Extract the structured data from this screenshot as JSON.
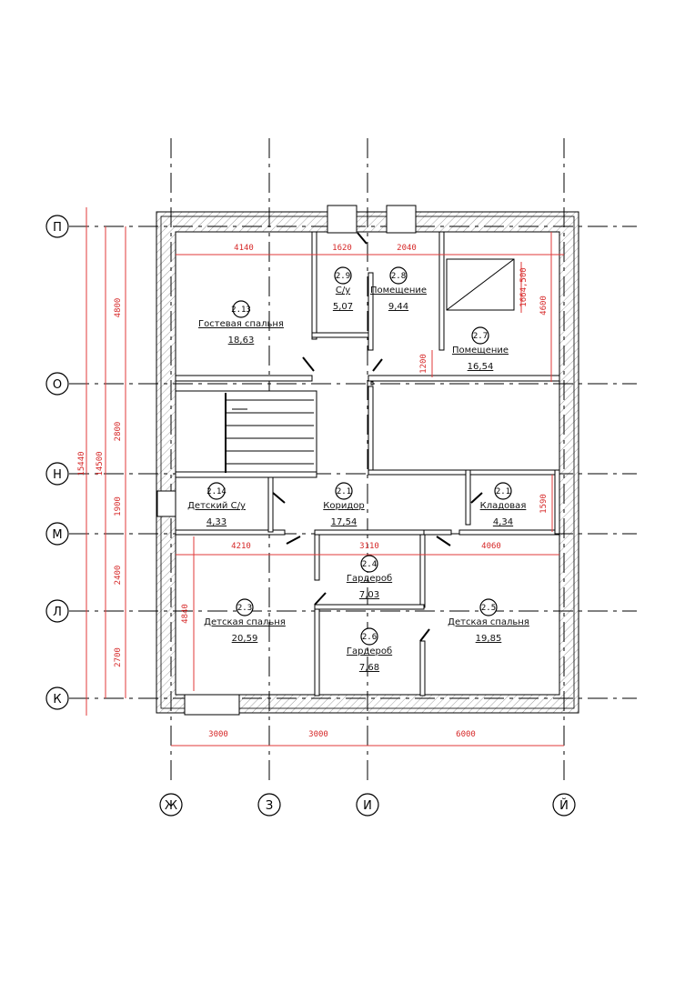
{
  "axes": {
    "vertical": [
      "Ж",
      "З",
      "И",
      "Й"
    ],
    "horizontal": [
      "П",
      "О",
      "Н",
      "М",
      "Л",
      "К"
    ]
  },
  "rooms": [
    {
      "number": "2.13",
      "name": "Гостевая спальня",
      "area": "18,63"
    },
    {
      "number": "2.9",
      "name": "С/у",
      "area": "5,07"
    },
    {
      "number": "2.8",
      "name": "Помещение",
      "area": "9,44"
    },
    {
      "number": "2.7",
      "name": "Помещение",
      "area": "16,54"
    },
    {
      "number": "2.14",
      "name": "Детский С/у",
      "area": "4,33"
    },
    {
      "number": "2.1",
      "name": "Коридор",
      "area": "17,54"
    },
    {
      "number": "2.1",
      "name": "Кладовая",
      "area": "4,34"
    },
    {
      "number": "2.4",
      "name": "Гардероб",
      "area": "7,03"
    },
    {
      "number": "2.3",
      "name": "Детская спальня",
      "area": "20,59"
    },
    {
      "number": "2.6",
      "name": "Гардероб",
      "area": "7,68"
    },
    {
      "number": "2.5",
      "name": "Детская спальня",
      "area": "19,85"
    }
  ],
  "dimensions": {
    "top_row": [
      "4140",
      "1620",
      "2040"
    ],
    "window_1200": "1200",
    "stair_1664": "1664,500",
    "right_4600": "4600",
    "left_chain": [
      "4800",
      "2800",
      "1900",
      "2400",
      "2700"
    ],
    "overall_outer": "15440",
    "overall_inner": "14500",
    "storage_1590": "1590",
    "middle_row": [
      "4210",
      "3110",
      "4060"
    ],
    "bedroom_4840": "4840",
    "bottom_row": [
      "3000",
      "3000",
      "6000"
    ]
  }
}
